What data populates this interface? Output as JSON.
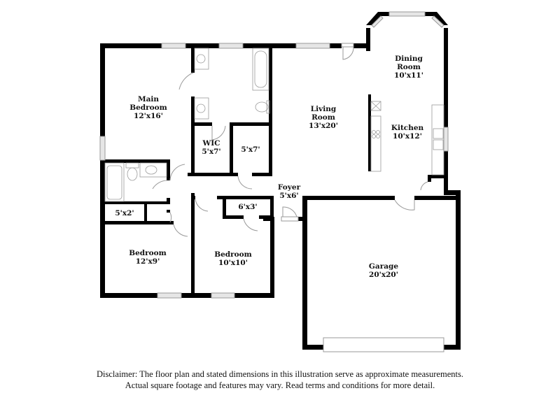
{
  "rooms": {
    "main_bedroom": {
      "name_line1": "Main",
      "name_line2": "Bedroom",
      "size": "12'x16'"
    },
    "wic": {
      "name": "WIC",
      "size": "5'x7'"
    },
    "closet_5x7": {
      "size": "5'x7'"
    },
    "living_room": {
      "name_line1": "Living",
      "name_line2": "Room",
      "size": "13'x20'"
    },
    "dining_room": {
      "name_line1": "Dining",
      "name_line2": "Room",
      "size": "10'x11'"
    },
    "kitchen": {
      "name": "Kitchen",
      "size": "10'x12'"
    },
    "foyer": {
      "name": "Foyer",
      "size": "5'x6'"
    },
    "closet_5x2": {
      "size": "5'x2'"
    },
    "closet_6x3": {
      "size": "6'x3'"
    },
    "bedroom_1": {
      "name": "Bedroom",
      "size": "12'x9'"
    },
    "bedroom_2": {
      "name": "Bedroom",
      "size": "10'x10'"
    },
    "garage": {
      "name": "Garage",
      "size": "20'x20'"
    }
  },
  "disclaimer": {
    "line1": "Disclaimer: The floor plan and stated dimensions in this illustration serve as approximate measurements.",
    "line2": "Actual square footage and features may vary. Read terms and conditions for more detail."
  },
  "colors": {
    "wall": "#000000",
    "fixture": "#9a9a9a",
    "window": "#d9d9d9",
    "background": "#ffffff"
  }
}
